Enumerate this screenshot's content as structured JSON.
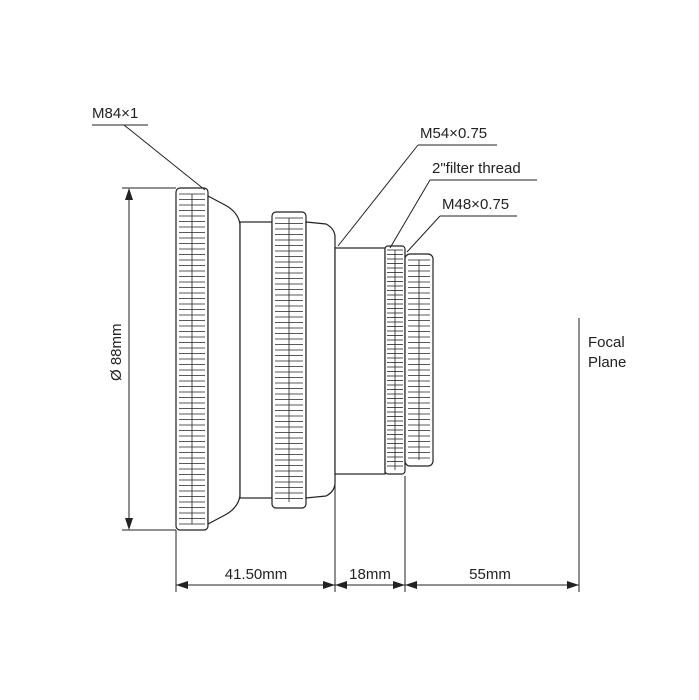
{
  "callouts": {
    "thread_main": "M84×1",
    "thread_rear": "M54×0.75",
    "filter": "2\"filter thread",
    "thread_small": "M48×0.75"
  },
  "dimensions": {
    "diameter": "Ø 88mm",
    "length_a": "41.50mm",
    "length_b": "18mm",
    "length_c": "55mm"
  },
  "focal_plane": {
    "line1": "Focal",
    "line2": "Plane"
  }
}
